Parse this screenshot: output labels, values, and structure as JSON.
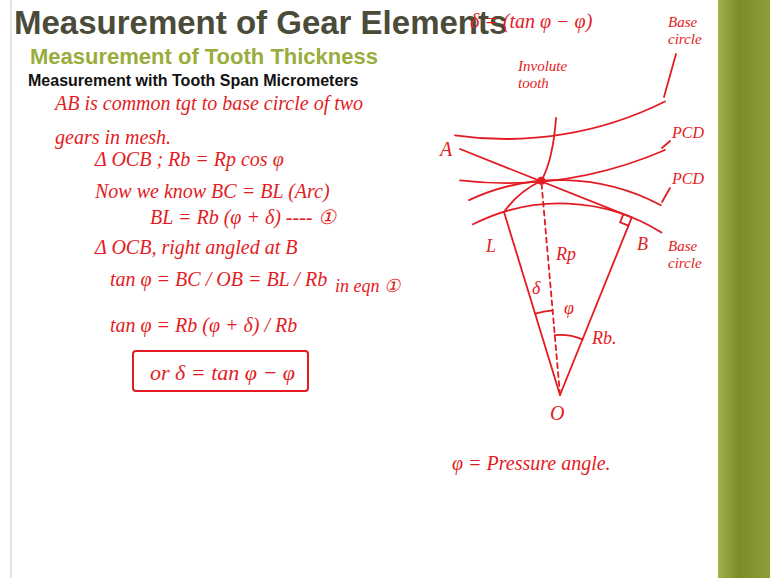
{
  "diagram": {
    "title": "Measurement of Gear Elements",
    "nodes": [
      {
        "text": [
          "or δ = tan φ − φ"
        ]
      }
    ],
    "labels": [
      "Measurement of Tooth Thickness",
      "Measurement with Tooth Span Micrometers",
      "AB is common tgt to base circle of two gears in mesh.",
      "Δ OCB ; Rb = Rp cos φ",
      "Now we know BC = BL (Arc)",
      "BL = Rb (φ + δ) ---- ①",
      "Δ OCB, right angled at B",
      "tan φ = BC / OB = BL / Rb",
      "in eqn ①",
      "tan φ = Rb (φ + δ) / Rb",
      "δ = (tan φ − φ)",
      "A",
      "Involute tooth",
      "Base circle",
      "PCD",
      "PCD",
      "L",
      "δ",
      "Rp",
      "φ",
      "B",
      "Base circle",
      "Rb.",
      "O",
      "φ = Pressure angle."
    ]
  }
}
